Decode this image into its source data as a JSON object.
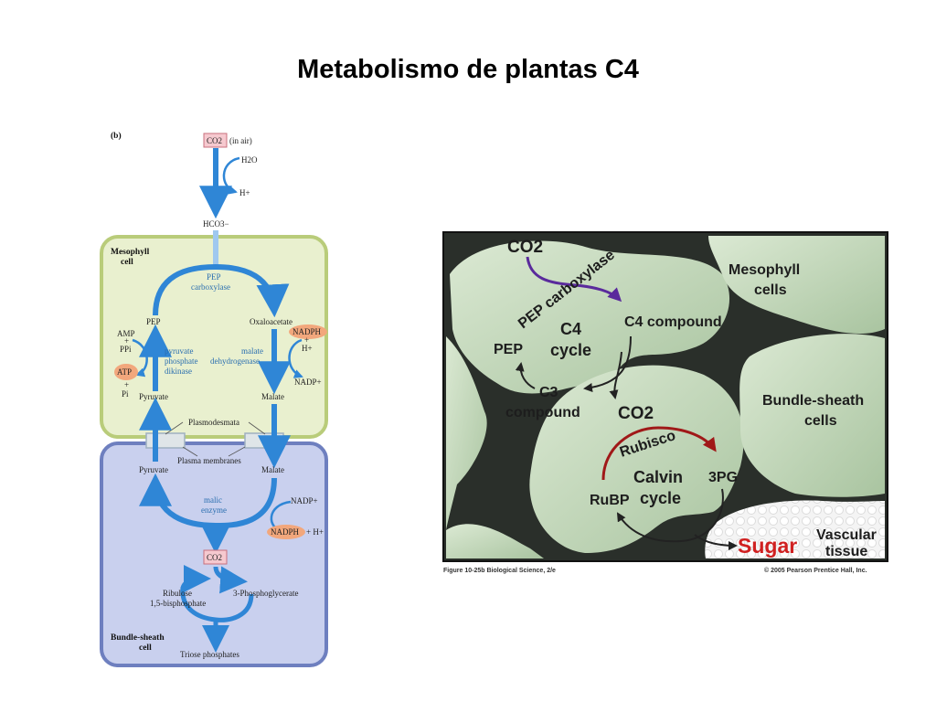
{
  "title": "Metabolismo de plantas C4",
  "left_diagram": {
    "panel_label": "(b)",
    "co2_air": "CO2",
    "in_air": "(in air)",
    "h2o": "H2O",
    "h_plus": "H+",
    "hco3": "HCO3−",
    "mesophyll_cell": [
      "Mesophyll",
      "cell"
    ],
    "pep_carboxylase": [
      "PEP",
      "carboxylase"
    ],
    "pep": "PEP",
    "oxaloacetate": "Oxaloacetate",
    "amp": "AMP",
    "plus": "+",
    "ppi": "PPi",
    "atp": "ATP",
    "pi": "Pi",
    "pyruvate_phosphate_dikinase": [
      "pyruvate",
      "phosphate",
      "dikinase"
    ],
    "malate_dehydrogenase": [
      "malate",
      "dehydrogenase"
    ],
    "nadph": "NADPH",
    "h_plus_2": "H+",
    "nadp_plus": "NADP+",
    "pyruvate_top": "Pyruvate",
    "malate_top": "Malate",
    "plasmodesmata": "Plasmodesmata",
    "plasma_membranes": "Plasma membranes",
    "pyruvate_bottom": "Pyruvate",
    "malate_bottom": "Malate",
    "malic_enzyme": [
      "malic",
      "enzyme"
    ],
    "nadp_plus_2": "NADP+",
    "nadph_h": "NADPH",
    "plus_h": "+ H+",
    "co2_bs": "CO2",
    "ribulose": [
      "Ribulose",
      "1,5-bisphosphate"
    ],
    "phosphoglycerate": "3-Phosphoglycerate",
    "bundle_sheath_cell": [
      "Bundle-sheath",
      "cell"
    ],
    "triose_phosphates": "Triose phosphates"
  },
  "right_diagram": {
    "co2_top": "CO2",
    "pep_carboxylase": "PEP carboxylase",
    "c4_compound": "C4 compound",
    "c4_cycle": [
      "C4",
      "cycle"
    ],
    "pep": "PEP",
    "c3_compound": [
      "C3",
      "compound"
    ],
    "co2_mid": "CO2",
    "rubisco": "Rubisco",
    "calvin_cycle": [
      "Calvin",
      "cycle"
    ],
    "rubp": "RuBP",
    "three_pg": "3PG",
    "sugar": "Sugar",
    "vascular_tissue": [
      "Vascular",
      "tissue"
    ],
    "mesophyll_cells": [
      "Mesophyll",
      "cells"
    ],
    "bundle_sheath_cells": [
      "Bundle-sheath",
      "cells"
    ],
    "caption_left": "Figure 10-25b  Biological Science, 2/e",
    "caption_right": "© 2005 Pearson Prentice Hall, Inc."
  },
  "colors": {
    "mesophyll_fill": "#e9f0cf",
    "mesophyll_border": "#b9cc7a",
    "bundle_fill": "#c9d0ee",
    "bundle_border": "#6e7fbf",
    "arrow_blue": "#2f86d6",
    "highlight_orange": "#f2a77c",
    "box_pink": "#f6c9cf",
    "rubisco_red": "#a01818",
    "pep_purple": "#5a2a9c",
    "sugar_red": "#d02020"
  }
}
